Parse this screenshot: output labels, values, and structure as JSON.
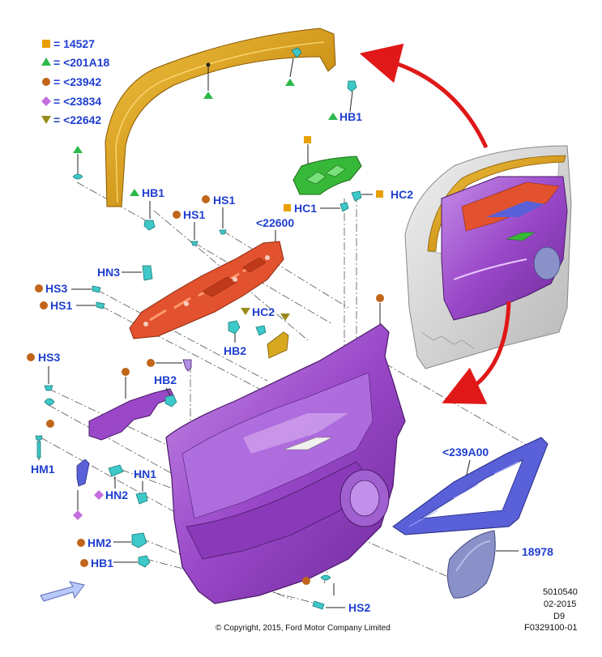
{
  "legend": [
    {
      "symbol": "square",
      "color": "#e8a000",
      "text": "= 14527"
    },
    {
      "symbol": "triangle-up",
      "color": "#2db84a",
      "text": "= <201A18"
    },
    {
      "symbol": "circle",
      "color": "#c0651a",
      "text": "= <23942"
    },
    {
      "symbol": "diamond",
      "color": "#c46ee0",
      "text": "= <23834"
    },
    {
      "symbol": "triangle-down",
      "color": "#9a8a1a",
      "text": "= <22642"
    }
  ],
  "labels": {
    "hb1_top": "HB1",
    "hb1_left": "HB1",
    "hs1_a": "HS1",
    "hs1_b": "HS1",
    "part_22600": "<22600",
    "hc1": "HC1",
    "hc2_top": "HC2",
    "hn3": "HN3",
    "hs3_mid": "HS3",
    "hs1_mid": "HS1",
    "hc2_mid": "HC2",
    "hb2_mid": "HB2",
    "hs3_low": "HS3",
    "hb2_low": "HB2",
    "hm1": "HM1",
    "hn1": "HN1",
    "hn2": "HN2",
    "part_239a00": "<239A00",
    "hm2": "HM2",
    "hb1_low": "HB1",
    "part_18978": "18978",
    "hs2": "HS2"
  },
  "footer": {
    "ref_number": "5010540",
    "date": "02-2015",
    "code": "D9",
    "figure_id": "F0329100-01",
    "copyright": "© Copyright, 2015, Ford Motor Company Limited"
  },
  "colors": {
    "label_text": "#1f3fd0",
    "door_trim": "#9a48c8",
    "bracket": "#e2522e",
    "frame": "#d89a10",
    "switch_bezel": "#38b838",
    "molding": "#5a60d8",
    "clip": "#3ec8c8",
    "arrow": "#e01818"
  },
  "icons": {
    "direction_arrow": "front-arrow-icon",
    "curved_arrow": "red-curved-arrow-icon"
  }
}
